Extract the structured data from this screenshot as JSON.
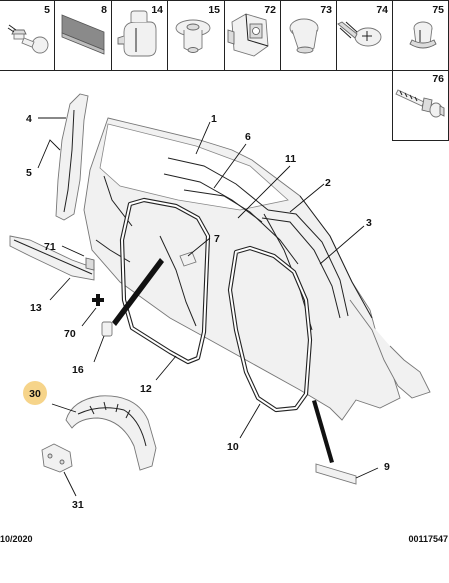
{
  "header_cells": [
    {
      "id": "5",
      "icon": "ball-stud-icon"
    },
    {
      "id": "8",
      "icon": "foam-pad-icon"
    },
    {
      "id": "14",
      "icon": "clip-icon"
    },
    {
      "id": "15",
      "icon": "push-rivet-icon"
    },
    {
      "id": "72",
      "icon": "nut-clip-icon"
    },
    {
      "id": "73",
      "icon": "plug-icon"
    },
    {
      "id": "74",
      "icon": "screw-icon"
    },
    {
      "id": "75",
      "icon": "expansion-nut-icon"
    }
  ],
  "side_cell": {
    "id": "76",
    "icon": "bolt-icon"
  },
  "callouts": [
    {
      "id": "4"
    },
    {
      "id": "5"
    },
    {
      "id": "1"
    },
    {
      "id": "6"
    },
    {
      "id": "11"
    },
    {
      "id": "2"
    },
    {
      "id": "3"
    },
    {
      "id": "7"
    },
    {
      "id": "71"
    },
    {
      "id": "13"
    },
    {
      "id": "70"
    },
    {
      "id": "16"
    },
    {
      "id": "12"
    },
    {
      "id": "30",
      "highlighted": true
    },
    {
      "id": "10"
    },
    {
      "id": "9"
    },
    {
      "id": "31"
    }
  ],
  "colors": {
    "highlight": "#f6d48a",
    "line": "#222222",
    "part_fill": "#f1f1f1"
  },
  "footer": {
    "date": "10/2020",
    "ref": "00117547"
  }
}
